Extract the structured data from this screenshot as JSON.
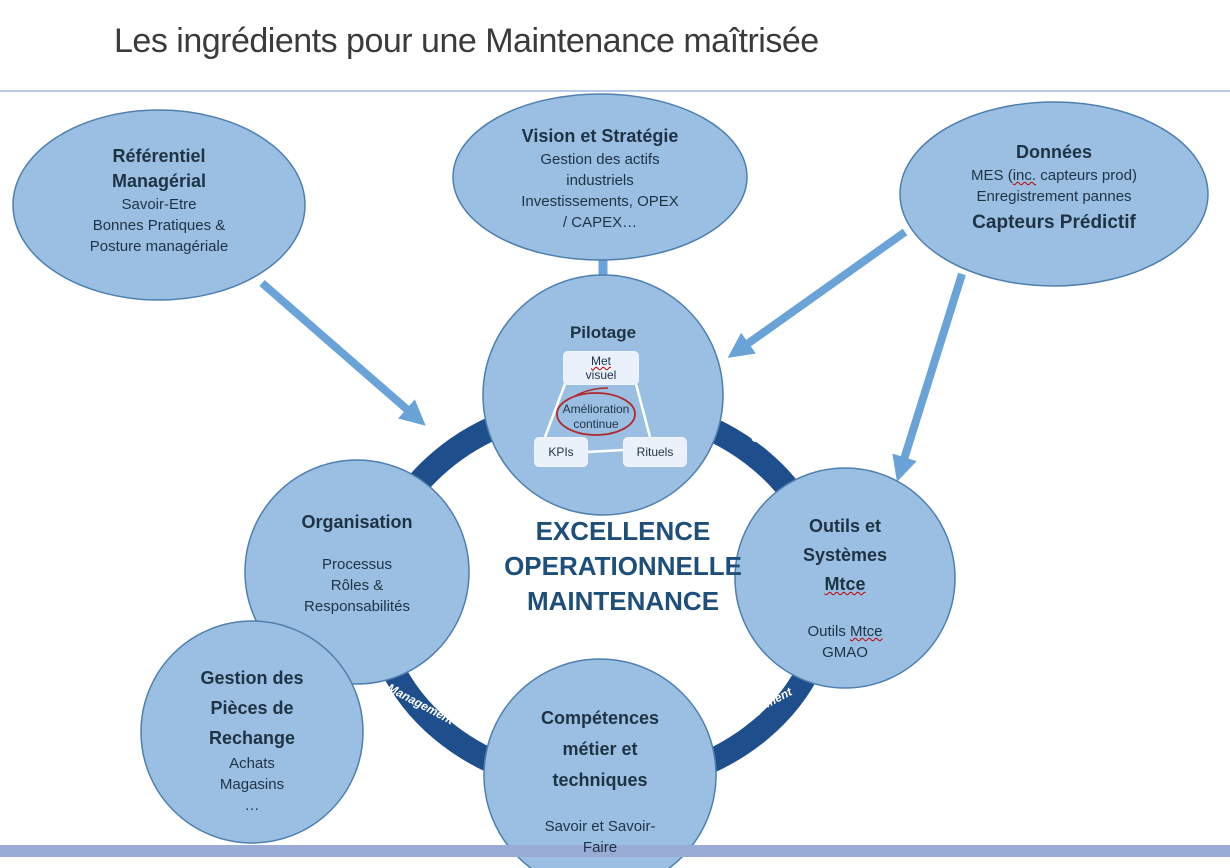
{
  "title": "Les ingrédients pour une Maintenance maîtrisée",
  "ring": {
    "labels": [
      "Management",
      "Management",
      "Management",
      "Management"
    ]
  },
  "referentiel": {
    "title_1": "Référentiel",
    "title_2": "Managérial",
    "lines": [
      "Savoir-Etre",
      "Bonnes Pratiques &",
      "Posture managériale"
    ]
  },
  "vision": {
    "title": "Vision et Stratégie",
    "lines": [
      "Gestion des actifs",
      "industriels",
      "Investissements, OPEX",
      "/ CAPEX…"
    ]
  },
  "donnees": {
    "title": "Données",
    "line_1_pre": "MES (",
    "line_1_word": "inc.",
    "line_1_post": " capteurs prod)",
    "line_2": "Enregistrement pannes",
    "emphasis": "Capteurs Prédictif"
  },
  "pilotage": {
    "title": "Pilotage",
    "met_1": "Met",
    "met_2": "visuel",
    "amelioration_1": "Amélioration",
    "amelioration_2": "continue",
    "kpis": "KPIs",
    "rituels": "Rituels"
  },
  "organisation": {
    "title": "Organisation",
    "lines": [
      "Processus",
      "Rôles &",
      "Responsabilités"
    ]
  },
  "outils": {
    "title_1": "Outils et",
    "title_2": "Systèmes",
    "title_3": "Mtce",
    "line_1_a": "Outils ",
    "line_1_b": "Mtce",
    "line_2": "GMAO"
  },
  "competences": {
    "title_1": "Compétences",
    "title_2": "métier et",
    "title_3": "techniques",
    "lines": [
      "Savoir et Savoir-",
      "Faire"
    ]
  },
  "pieces": {
    "title_1": "Gestion des",
    "title_2": "Pièces de",
    "title_3": "Rechange",
    "lines": [
      "Achats",
      "Magasins",
      "…"
    ]
  },
  "center": {
    "line_1": "EXCELLENCE",
    "line_2": "OPERATIONNELLE",
    "line_3": "MAINTENANCE"
  },
  "colors": {
    "bubble_fill": "#9bbfe2",
    "bubble_stroke": "#4f7fae",
    "ring": "#1f4e8c",
    "arrow": "#6aa3d8",
    "title": "#3b3b3b"
  }
}
